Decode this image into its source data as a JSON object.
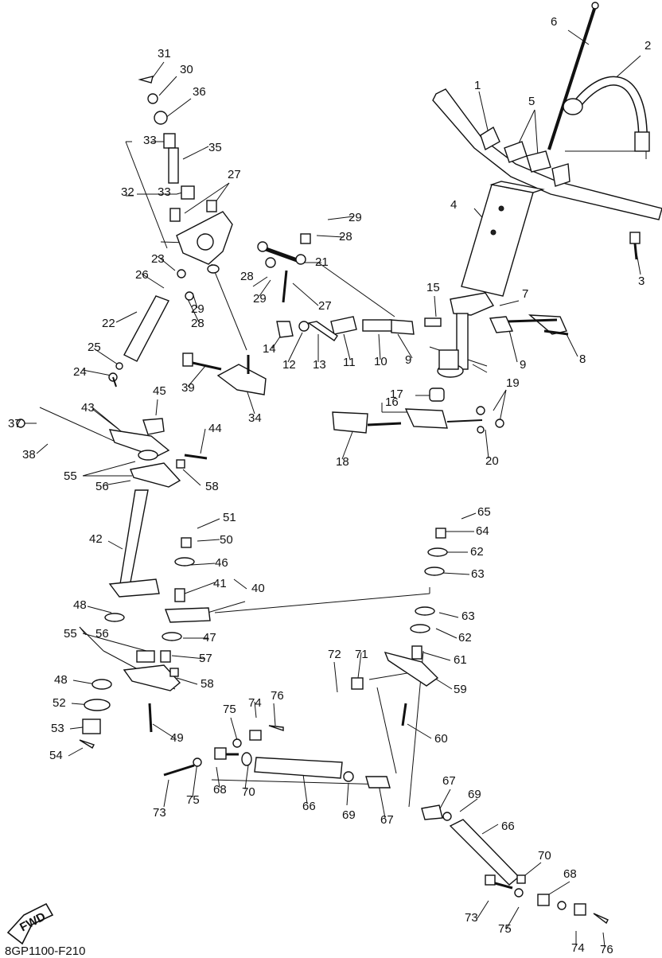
{
  "diagram": {
    "labels": [
      "1",
      "2",
      "3",
      "4",
      "5",
      "6",
      "7",
      "8",
      "9",
      "9",
      "10",
      "11",
      "12",
      "13",
      "14",
      "15",
      "16",
      "17",
      "18",
      "19",
      "20",
      "21",
      "22",
      "23",
      "24",
      "25",
      "26",
      "27",
      "27",
      "28",
      "28",
      "28",
      "29",
      "29",
      "29",
      "30",
      "31",
      "32",
      "33",
      "33",
      "34",
      "35",
      "36",
      "37",
      "38",
      "39",
      "40",
      "41",
      "42",
      "43",
      "44",
      "45",
      "46",
      "47",
      "48",
      "48",
      "49",
      "50",
      "51",
      "52",
      "53",
      "54",
      "55",
      "55",
      "56",
      "56",
      "57",
      "58",
      "58",
      "59",
      "60",
      "61",
      "62",
      "62",
      "63",
      "63",
      "64",
      "65",
      "66",
      "66",
      "67",
      "67",
      "68",
      "68",
      "69",
      "69",
      "70",
      "70",
      "71",
      "72",
      "73",
      "73",
      "74",
      "74",
      "75",
      "75",
      "75",
      "76",
      "76"
    ],
    "fwd_badge": "FWD",
    "drawing_code": "8GP1100-F210"
  }
}
